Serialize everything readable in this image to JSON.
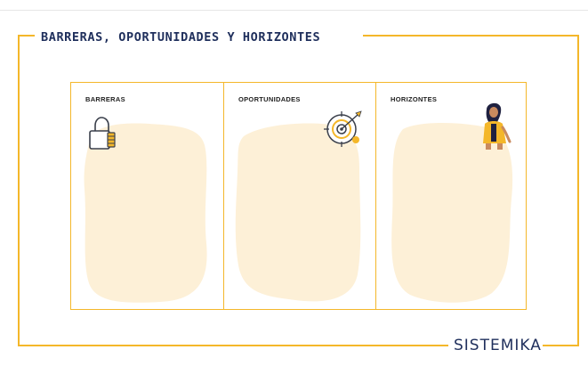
{
  "header": {
    "title": "BARRERAS, OPORTUNIDADES Y HORIZONTES"
  },
  "columns": [
    {
      "label": "BARRERAS",
      "icon": "padlock-icon"
    },
    {
      "label": "OPORTUNIDADES",
      "icon": "target-icon"
    },
    {
      "label": "HORIZONTES",
      "icon": "person-illustration"
    }
  ],
  "footer": {
    "logo": "SISTEMIKA"
  },
  "colors": {
    "frame": "#f4b72a",
    "title": "#1f2f5c",
    "blob": "#fdf0d7",
    "accent": "#f4b72a"
  }
}
